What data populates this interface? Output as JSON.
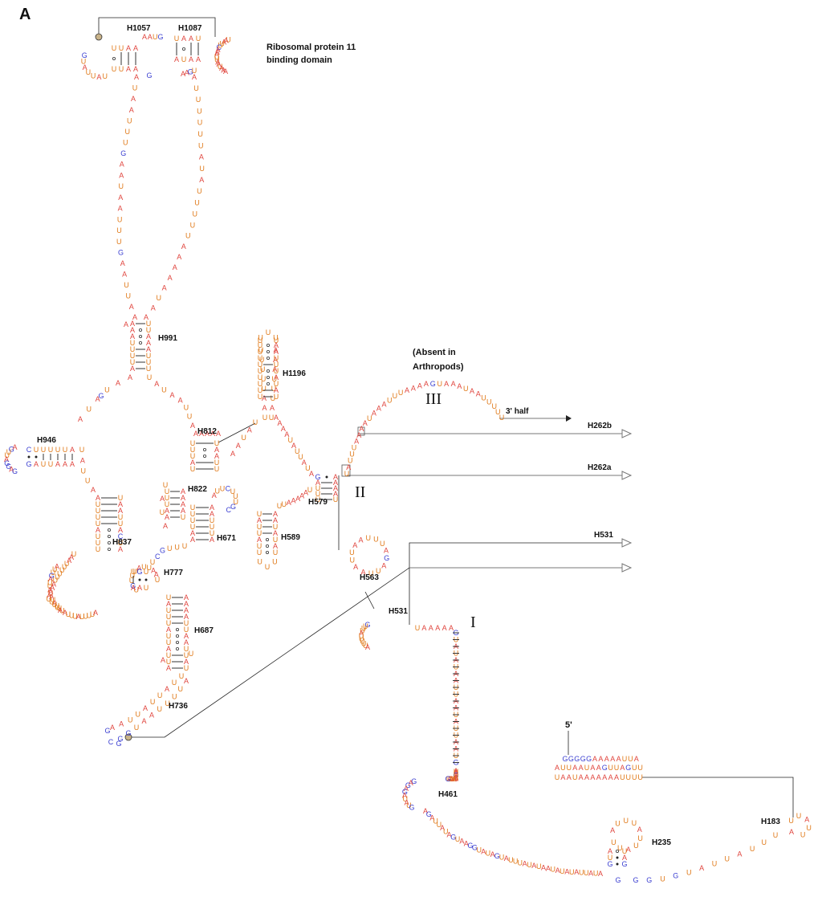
{
  "panel_label": "A",
  "annotations": {
    "rp11": [
      "Ribosomal protein 11",
      "binding domain"
    ],
    "absent": [
      "(Absent in",
      "Arthropods)"
    ],
    "three_half": "3' half",
    "five_prime": "5'"
  },
  "domains": [
    "I",
    "II",
    "III"
  ],
  "helix_labels": [
    "H1057",
    "H1087",
    "H991",
    "H1196",
    "H946",
    "H812",
    "H822",
    "H837",
    "H671",
    "H777",
    "H687",
    "H736",
    "H579",
    "H589",
    "H563",
    "H531",
    "H461",
    "H183",
    "H235",
    "H262a",
    "H262b"
  ],
  "arrow_labels": [
    "H262b",
    "H262a",
    "H531"
  ],
  "colors": {
    "A": "#e0463f",
    "U": "#e07a1a",
    "G": "#3b3fd1",
    "C": "#3b3fd1",
    "other": "#6b6b1a"
  },
  "strands": {
    "five_prime_stem": [
      "GGGGGAAAAAUUA",
      "AUUAAUAAGUUAGUU",
      "UAAUAAAAAAAUUUU"
    ]
  }
}
